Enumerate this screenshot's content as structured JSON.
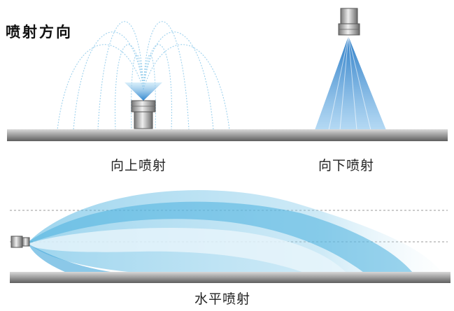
{
  "title": "喷射方向",
  "captions": {
    "upward": "向上喷射",
    "downward": "向下喷射",
    "horizontal": "水平喷射"
  },
  "colors": {
    "spray_light": "#bfe3f3",
    "spray_mid": "#7cc7e6",
    "spray_dark": "#3f8fd0",
    "pipe": "#9a9a9a",
    "nozzle": "#b0b0b0"
  }
}
